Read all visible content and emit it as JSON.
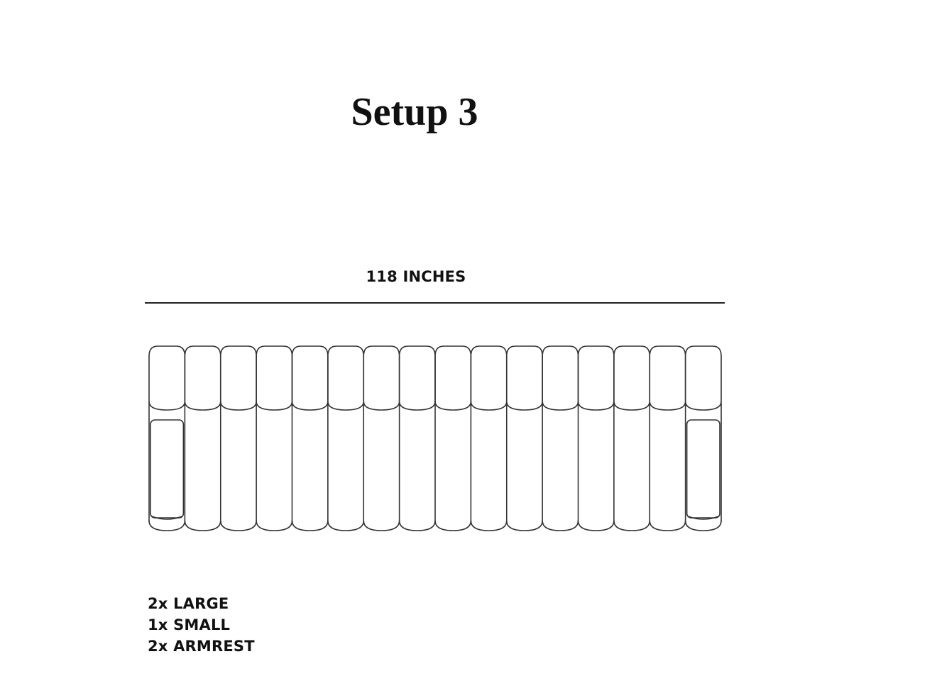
{
  "title": "Setup 3",
  "dimension": {
    "label": "118 INCHES"
  },
  "diagram": {
    "segment_count": 16,
    "armrest_count": 2,
    "stroke_color": "#333333"
  },
  "components": [
    "2x LARGE",
    "1x SMALL",
    "2x ARMREST"
  ]
}
